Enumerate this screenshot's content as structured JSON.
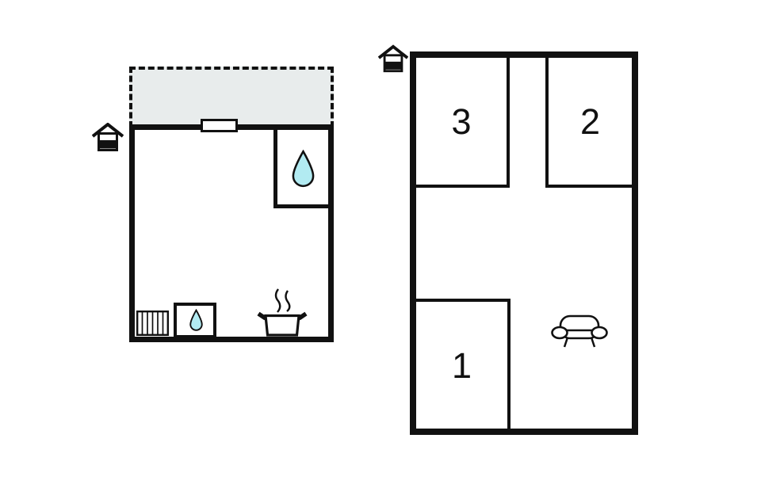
{
  "page": {
    "background": "#ffffff"
  },
  "colors": {
    "wall": "#111111",
    "water_drop_fill": "#b2ebf2",
    "terrace_fill": "#e8ecec"
  },
  "left_building": {
    "name": "studio-unit-with-terrace",
    "entrance_icon": "house-entrance-icon",
    "terrace": {
      "style": "dashed-outline"
    },
    "window_icon": "window",
    "bathroom_icon": "water-drop",
    "sink_icon": "water-drop",
    "radiator_icon": "radiator",
    "stove_icon": "cooking-pot-with-steam"
  },
  "right_building": {
    "name": "bedroom-unit",
    "entrance_icon": "house-entrance-icon",
    "rooms": [
      {
        "label": "3"
      },
      {
        "label": "2"
      },
      {
        "label": "1"
      }
    ],
    "living_room_icon": "sofa"
  }
}
